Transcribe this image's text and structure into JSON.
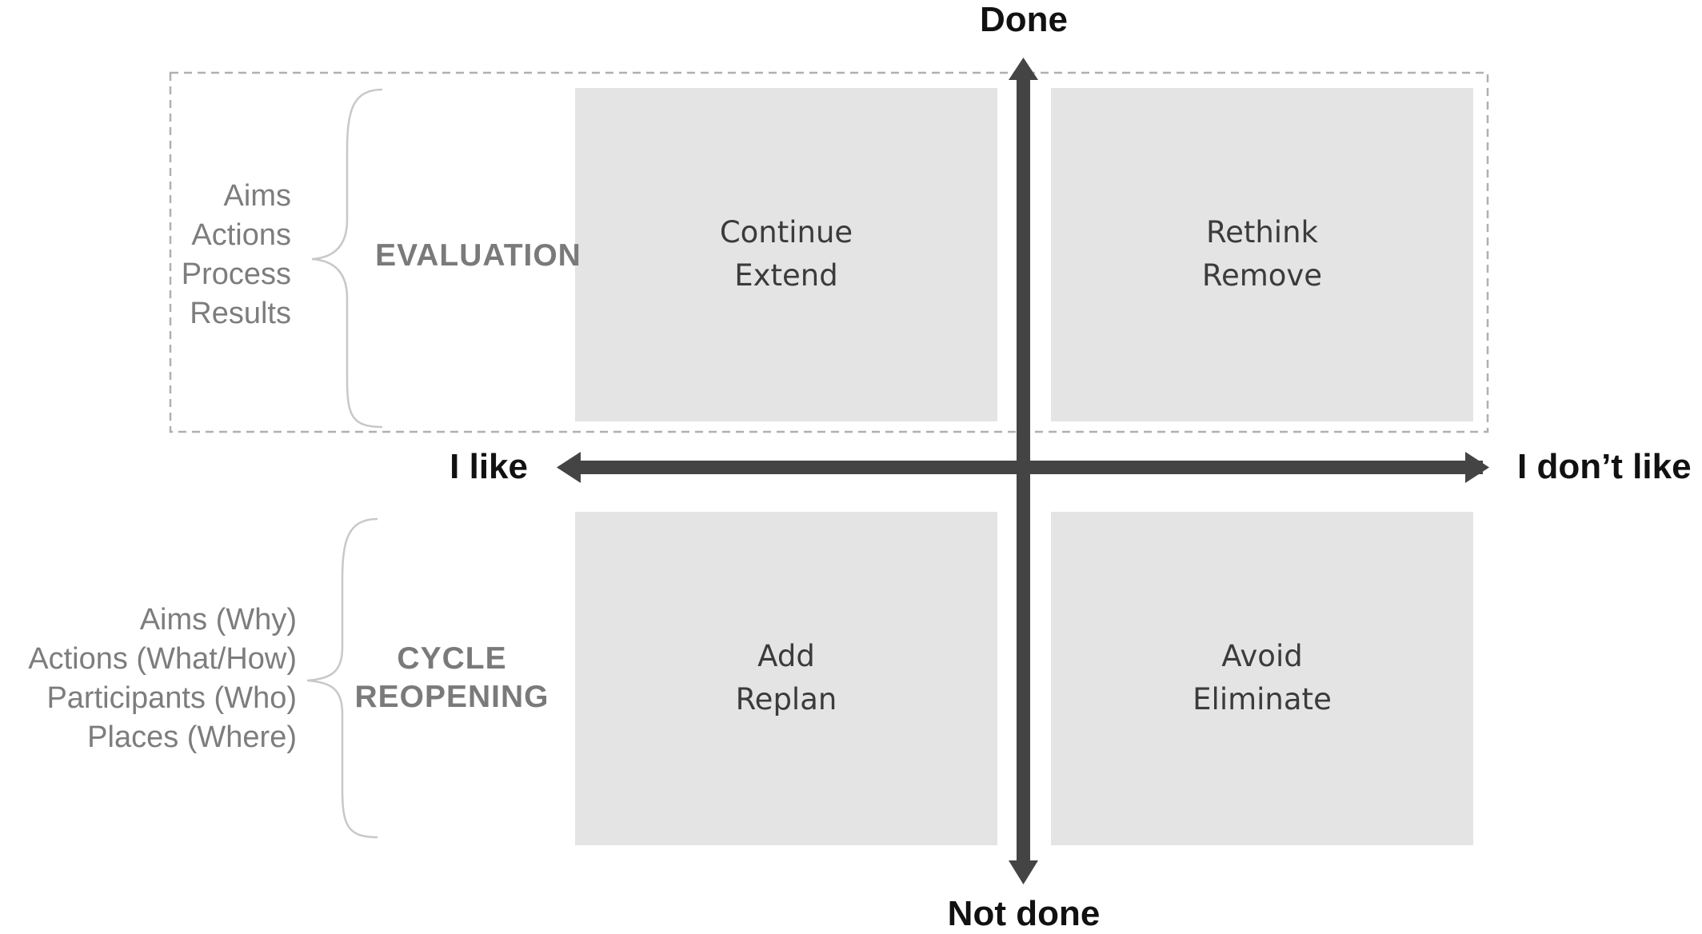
{
  "axes": {
    "top": "Done",
    "bottom": "Not done",
    "left": "I like",
    "right": "I don’t like"
  },
  "quadrants": {
    "top_left": {
      "line1": "Continue",
      "line2": "Extend"
    },
    "top_right": {
      "line1": "Rethink",
      "line2": "Remove"
    },
    "bottom_left": {
      "line1": "Add",
      "line2": "Replan"
    },
    "bottom_right": {
      "line1": "Avoid",
      "line2": "Eliminate"
    }
  },
  "evaluation": {
    "label": "EVALUATION",
    "items": [
      "Aims",
      "Actions",
      "Process",
      "Results"
    ]
  },
  "cycle_reopening": {
    "label_line1": "CYCLE",
    "label_line2": "REOPENING",
    "items": [
      "Aims (Why)",
      "Actions (What/How)",
      "Participants (Who)",
      "Places (Where)"
    ]
  },
  "colors": {
    "axis": "#444444",
    "quadrant_fill": "#e4e4e4",
    "brace": "#c8c8c8",
    "dashed_box": "#b0b0b0"
  }
}
